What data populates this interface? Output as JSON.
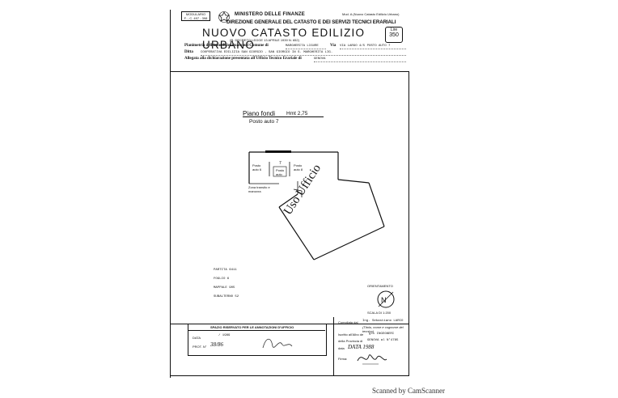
{
  "header": {
    "ministry": "MINISTERO DELLE FINANZE",
    "directorate": "DIREZIONE GENERALE DEL CATASTO E DEI SERVIZI TECNICI ERARIALI",
    "title": "NUOVO CATASTO EDILIZIO URBANO",
    "model_ref": "Mod. A (Nuovo Catasto Edilizio Urbano)",
    "lire_label": "Lire",
    "lire_value": "350",
    "law_note": "(R. DECRETO-LEGGE 13 APRILE 1939 N. 652)",
    "stamp_label": "MODULARIO",
    "stamp_code": "F. - C. 497 - 398",
    "row1_label": "Planimetria dell'immobile situato nel Comune di",
    "row1_value": "MARGHERITA LIGURE",
    "row1_via_label": "Via",
    "row1_via_value": "VIA LARGO 4/5 POSTO AUTO 7",
    "row2_label": "Ditta",
    "row2_value": "COOPERATIVA EDILIZIA SAN GIORGIO - SAN GIORGIO IN S. MARGHERITA LIG.",
    "row3_label": "Allegata alla dichiarazione presentata all'Ufficio Tecnico Erariale di",
    "row3_value": "GENOVA"
  },
  "plan": {
    "floor": "Piano fondi",
    "height": "Hmt 2,75",
    "subject": "Posto auto 7",
    "area_top_label": "",
    "spot_left": "Posto\nauto 6",
    "spot_mid_num": "7",
    "spot_mid": "Posto\nauto",
    "spot_right": "Posto\nauto 8",
    "transit": "Zona transito e\nmanovra",
    "office": "Uso Ufficio"
  },
  "cadastral": {
    "partita": "PARTITA   6411",
    "foglio": "FOGLIO   6",
    "mappale": "MAPPALE   905",
    "subalterno": "SUBALTERNO   52"
  },
  "orientation": {
    "label": "ORIENTAMENTO",
    "scale": "SCALA DI 1:200"
  },
  "footer": {
    "reserved_title": "SPAZIO RISERVATO PER LE ANNOTAZIONI D'UFFICIO",
    "data_label": "DATA",
    "data_value": "/ 1989",
    "prot_label": "PROT. N°",
    "prot_value": "38/86",
    "compiled_label": "Compilata dal",
    "compiled_value": "Ing. Sebastiano LARCO",
    "compiled_sub": "(Titolo, nome e cognome del tecnico)",
    "albo_label": "Iscritto all'Albo de",
    "albo_value": "gli INGEGNERI",
    "province_label": "della Provincia di",
    "province_value": "GENOVA al N°4785",
    "date_label": "data",
    "date_value": "DATA 1988",
    "sign_label": "Firma:"
  },
  "scanner": {
    "watermark": "Scanned by CamScanner"
  }
}
